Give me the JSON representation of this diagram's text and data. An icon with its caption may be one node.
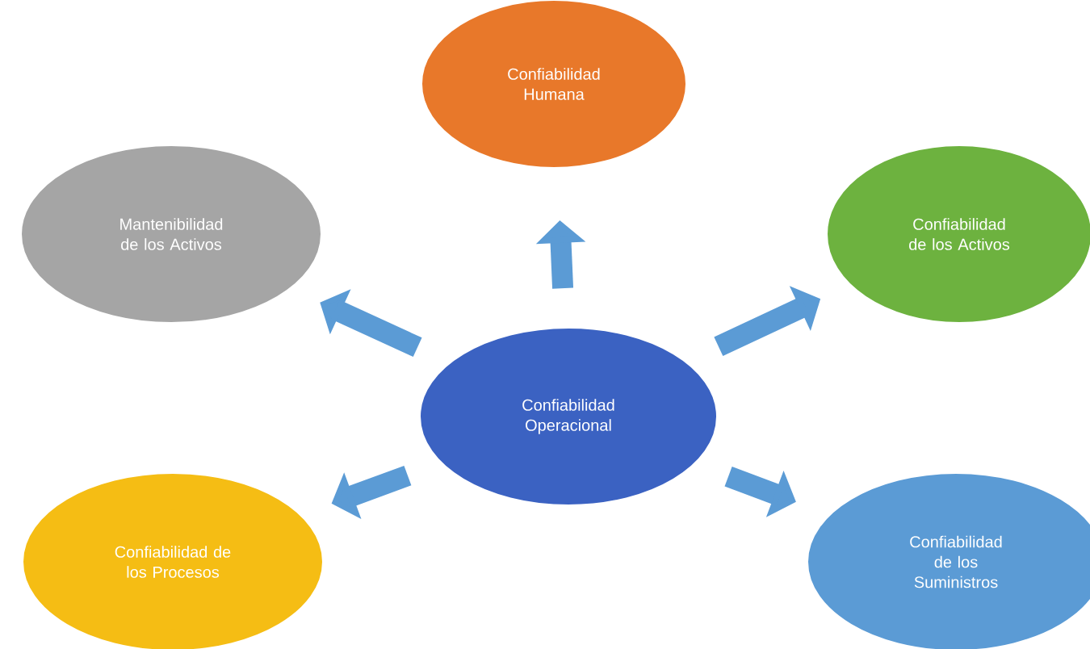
{
  "diagram": {
    "nodes": [
      {
        "text": [
          "Confiabilidad Humana"
        ]
      },
      {
        "text": [
          "Mantenibilidad de los Activos"
        ]
      },
      {
        "text": [
          "Confiabilidad de los Activos"
        ]
      },
      {
        "text": [
          "Confiabilidad Operacional"
        ]
      },
      {
        "text": [
          "Confiabilidad de los Procesos"
        ]
      },
      {
        "text": [
          "Confiabilidad de los Suministros"
        ]
      }
    ],
    "edges": [
      {
        "from": 3,
        "to": 0,
        "arrow": "to"
      },
      {
        "from": 3,
        "to": 1,
        "arrow": "to"
      },
      {
        "from": 3,
        "to": 2,
        "arrow": "to"
      },
      {
        "from": 3,
        "to": 4,
        "arrow": "to"
      },
      {
        "from": 3,
        "to": 5,
        "arrow": "to"
      }
    ]
  }
}
